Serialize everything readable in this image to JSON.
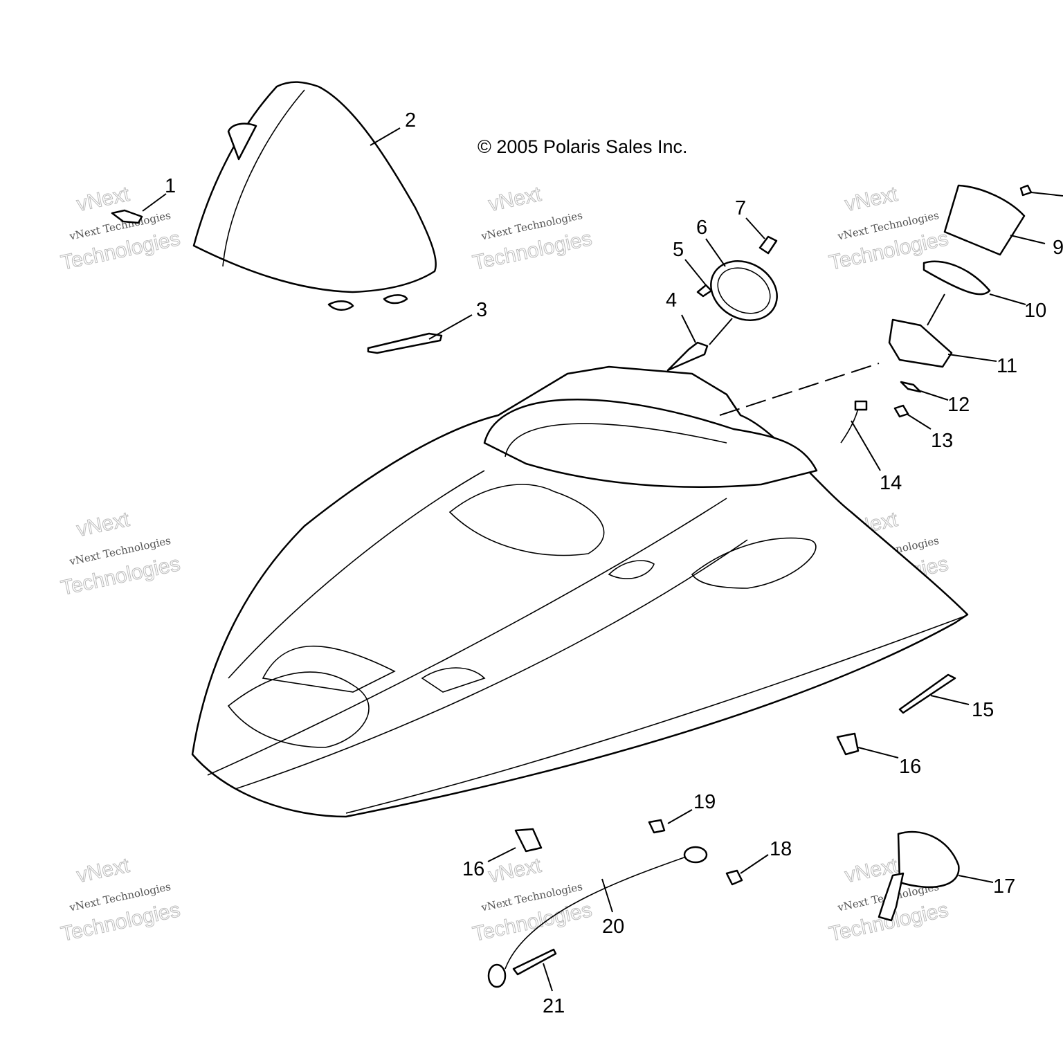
{
  "copyright": "© 2005 Polaris Sales Inc.",
  "watermark": {
    "line1": "vNext",
    "line2": "vNext Technologies",
    "line3": "Technologies"
  },
  "callouts": [
    "1",
    "2",
    "3",
    "4",
    "5",
    "6",
    "7",
    "9",
    "10",
    "11",
    "12",
    "13",
    "14",
    "15",
    "16",
    "16",
    "17",
    "18",
    "19",
    "20",
    "21"
  ]
}
